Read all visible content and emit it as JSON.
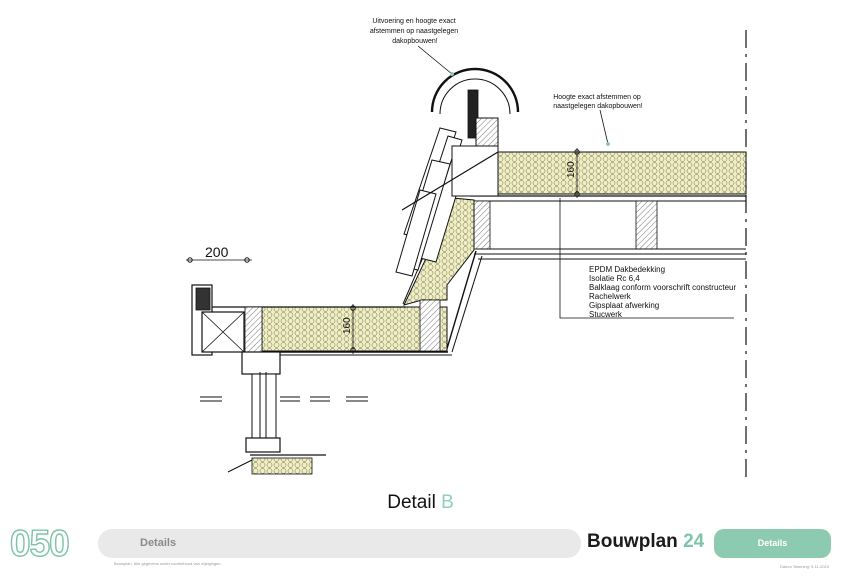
{
  "annotations": {
    "top_note": [
      "Uitvoering en hoogte exact",
      "afstemmen op naastgelegen",
      "dakopbouwen!"
    ],
    "right_note": [
      "Hoogte exact afstemmen op",
      "naastgelegen dakopbouwen!"
    ],
    "layers": [
      "EPDM Dakbedekking",
      "Isolatie Rc 6,4",
      "Balklaag conform voorschrift constructeur",
      "Rachelwerk",
      "Gipsplaat afwerking",
      "Stucwerk"
    ]
  },
  "dimensions": {
    "horizontal": "200",
    "insulation_upper": "160",
    "insulation_lower": "160"
  },
  "title": {
    "prefix": "Detail",
    "letter": "B"
  },
  "footer": {
    "page_number": "050",
    "breadcrumb": "Details",
    "brand_name": "Bouwplan",
    "brand_number": "24",
    "section": "Details",
    "fine_left": "Bouwplan. Alle gegevens onder voorbehoud van wijzigingen.",
    "fine_right": "Datum Tekening: 9-11-2023"
  },
  "colors": {
    "insulation": "#f0efc4",
    "accent": "#8ccab1",
    "line": "#111111"
  }
}
